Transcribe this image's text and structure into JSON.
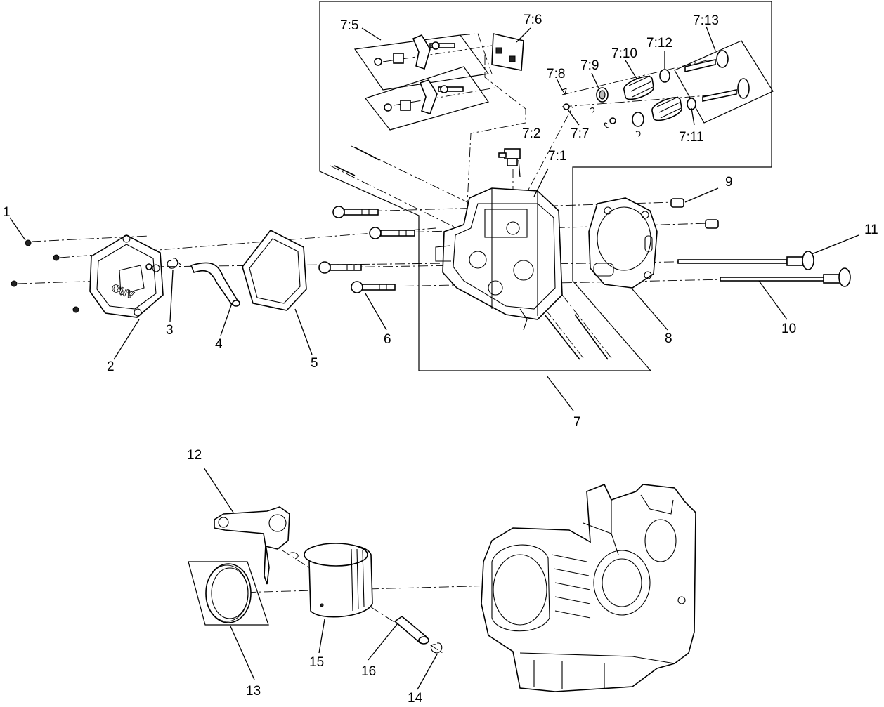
{
  "labels": {
    "c1": "1",
    "c2": "2",
    "c3": "3",
    "c4": "4",
    "c5": "5",
    "c6": "6",
    "c7": "7",
    "c8": "8",
    "c9": "9",
    "c10": "10",
    "c11": "11",
    "c12": "12",
    "c13": "13",
    "c14": "14",
    "c15": "15",
    "c16": "16",
    "c7_1": "7:1",
    "c7_2": "7:2",
    "c7_5": "7:5",
    "c7_6": "7:6",
    "c7_7": "7:7",
    "c7_8": "7:8",
    "c7_9": "7:9",
    "c7_10": "7:10",
    "c7_11": "7:11",
    "c7_12": "7:12",
    "c7_13": "7:13"
  },
  "emblem": {
    "valve_cover_text": "OHV"
  }
}
